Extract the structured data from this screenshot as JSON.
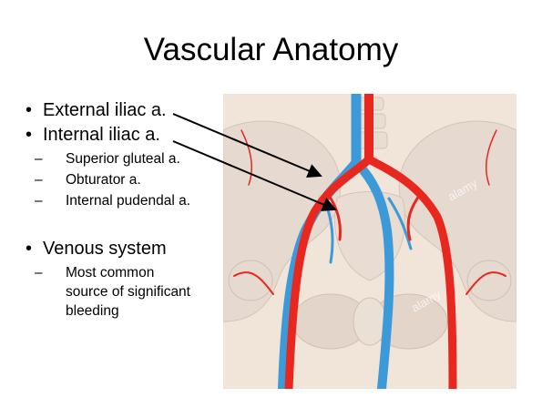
{
  "slide": {
    "title": "Vascular Anatomy",
    "bullets": [
      {
        "text": "External iliac a."
      },
      {
        "text": "Internal iliac a."
      }
    ],
    "sub_bullets": [
      {
        "text": "Superior gluteal a."
      },
      {
        "text": "Obturator a."
      },
      {
        "text": "Internal pudendal a."
      }
    ],
    "venous": {
      "text": "Venous system",
      "sub": [
        "Most common",
        "source of significant",
        "bleeding"
      ]
    },
    "watermark": "alamy",
    "colors": {
      "artery": "#e8271f",
      "vein": "#3d9ad9",
      "bone": "#e9ddd3",
      "background": "#f1e4d9"
    }
  }
}
